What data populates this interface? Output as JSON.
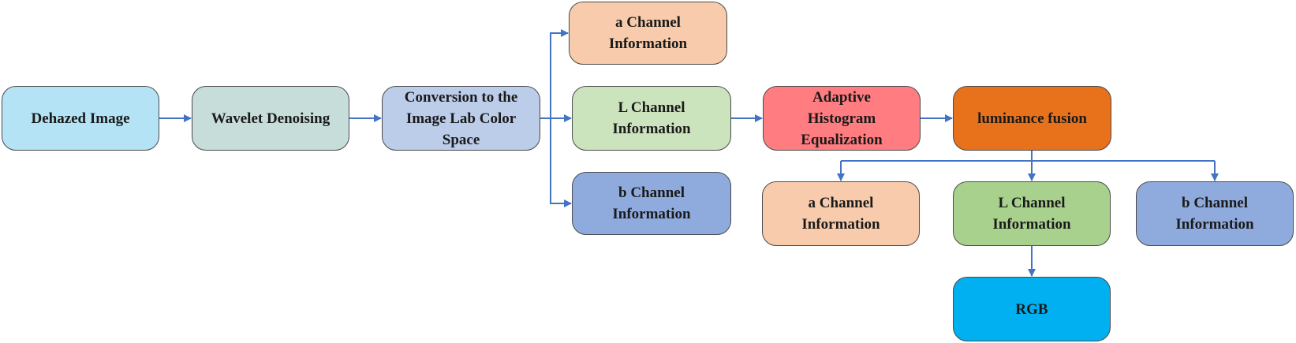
{
  "nodes": {
    "dehazed": {
      "label": "Dehazed Image",
      "color": "#b3e3f5"
    },
    "wavelet": {
      "label": "Wavelet Denoising",
      "color": "#c6ddd9"
    },
    "lab": {
      "label": "Conversion to the\nImage Lab Color\nSpace",
      "color": "#bccde9"
    },
    "a1": {
      "label": "a Channel\nInformation",
      "color": "#f7cbab"
    },
    "l1": {
      "label": "L Channel\nInformation",
      "color": "#cce4bd"
    },
    "b1": {
      "label": "b Channel\nInformation",
      "color": "#8faadc"
    },
    "ahe": {
      "label": "Adaptive\nHistogram\nEqualization",
      "color": "#ff7c80"
    },
    "fusion": {
      "label": "luminance fusion",
      "color": "#e8711c"
    },
    "a2": {
      "label": "a Channel\nInformation",
      "color": "#f7cbab"
    },
    "l2": {
      "label": "L Channel\nInformation",
      "color": "#a9d18e"
    },
    "b2": {
      "label": "b Channel\nInformation",
      "color": "#8faadc"
    },
    "rgb": {
      "label": "RGB",
      "color": "#00b0f0"
    }
  },
  "arrow_color": "#4472c4"
}
